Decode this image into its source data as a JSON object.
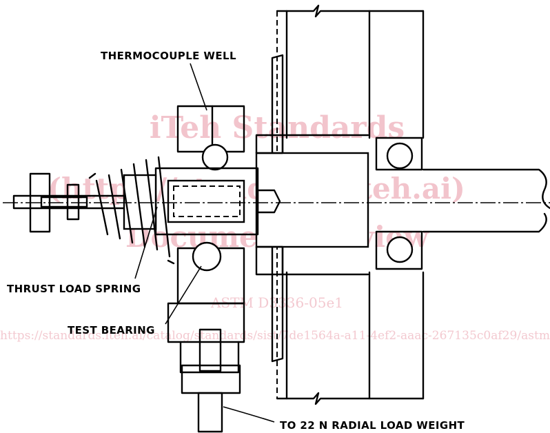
{
  "labels": {
    "thermocouple_well": "THERMOCOUPLE WELL",
    "thrust_load_spring": "THRUST LOAD SPRING",
    "test_bearing": "TEST BEARING",
    "radial_load": "TO 22 N RADIAL LOAD WEIGHT"
  },
  "watermark": {
    "line1": "iTeh Standards",
    "line2": "(https://standards.iteh.ai)",
    "line3": "Document Preview",
    "line4": "ASTM D3336-05e1",
    "line5": "https://standards.iteh.ai/catalog/standards/sist/7de1564a-a11-4ef2-aaac-267135c0af29/astm"
  },
  "colors": {
    "line": "#000000",
    "watermark": "#f2c4cc"
  }
}
